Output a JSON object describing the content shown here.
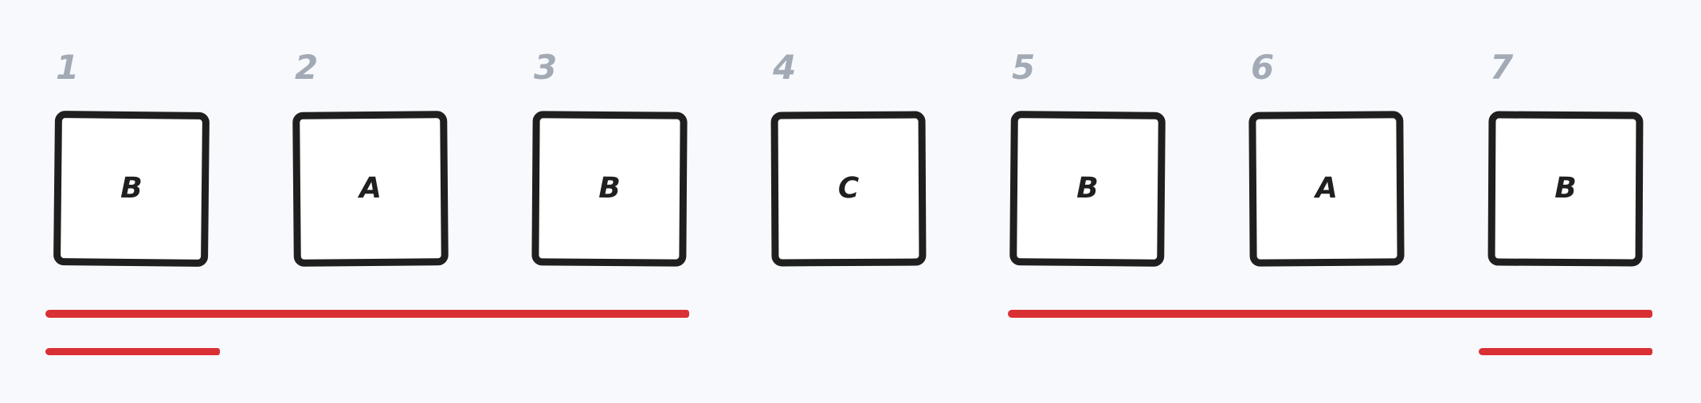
{
  "slots": [
    {
      "index": "1",
      "letter": "B"
    },
    {
      "index": "2",
      "letter": "A"
    },
    {
      "index": "3",
      "letter": "B"
    },
    {
      "index": "4",
      "letter": "C"
    },
    {
      "index": "5",
      "letter": "B"
    },
    {
      "index": "6",
      "letter": "A"
    },
    {
      "index": "7",
      "letter": "B"
    }
  ],
  "colors": {
    "background": "#f8f9fc",
    "box_border": "#1f1f1f",
    "index_text": "#a2aab5",
    "highlight": "#d93035"
  },
  "highlights": [
    {
      "from_slot": 1,
      "to_slot": 3,
      "row": 1
    },
    {
      "from_slot": 5,
      "to_slot": 7,
      "row": 1
    },
    {
      "from_slot": 1,
      "to_slot": 1,
      "row": 2
    },
    {
      "from_slot": 7,
      "to_slot": 7,
      "row": 2
    }
  ]
}
